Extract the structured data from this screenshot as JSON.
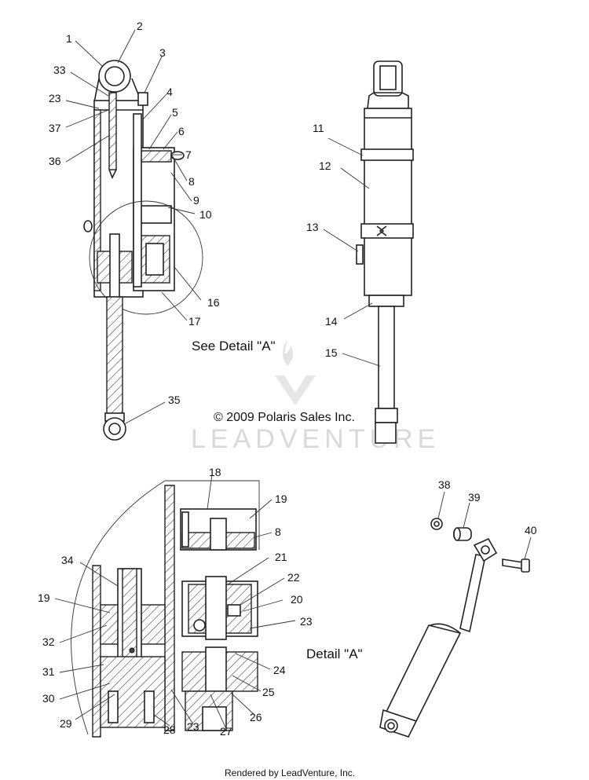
{
  "captions": {
    "see_detail": "See Detail \"A\"",
    "detail": "Detail \"A\"",
    "copyright": "© 2009 Polaris Sales Inc.",
    "watermark": "LEADVENTURE",
    "footer": "Rendered by LeadVenture, Inc."
  },
  "callouts": {
    "c1": "1",
    "c2": "2",
    "c3": "3",
    "c33": "33",
    "c4": "4",
    "c23a": "23",
    "c5": "5",
    "c6": "6",
    "c37": "37",
    "c7": "7",
    "c36": "36",
    "c8a": "8",
    "c9": "9",
    "c10": "10",
    "c16": "16",
    "c17": "17",
    "c35": "35",
    "c11": "11",
    "c12": "12",
    "c13": "13",
    "c14": "14",
    "c15": "15",
    "c18": "18",
    "c19a": "19",
    "c8b": "8",
    "c34": "34",
    "c21": "21",
    "c22": "22",
    "c19b": "19",
    "c20": "20",
    "c23b": "23",
    "c32": "32",
    "c31": "31",
    "c24": "24",
    "c30": "30",
    "c25": "25",
    "c26": "26",
    "c29": "29",
    "c28": "28",
    "c23c": "23",
    "c27": "27",
    "c38": "38",
    "c39": "39",
    "c40": "40"
  }
}
